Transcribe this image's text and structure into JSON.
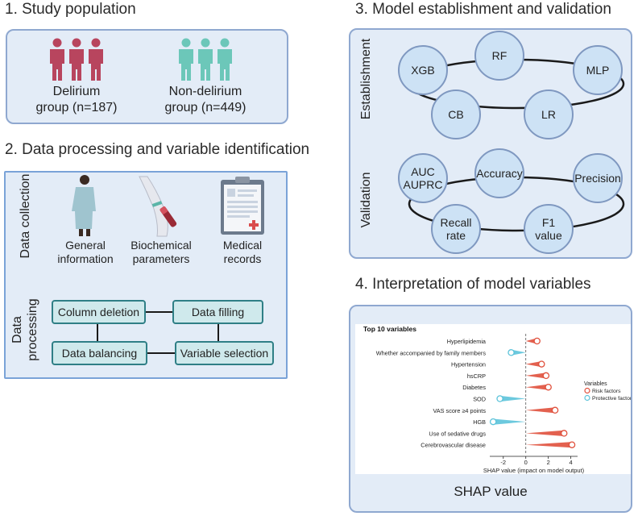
{
  "sec1": {
    "title": "1. Study population",
    "delirium": [
      "Delirium",
      "group (n=187)"
    ],
    "nondelirium": [
      "Non-delirium",
      "group (n=449)"
    ],
    "colors": {
      "delirium": "#b8455e",
      "nondelirium": "#6cc7b9"
    }
  },
  "sec2": {
    "title": "2. Data processing and variable identification",
    "collection_label": "Data collection",
    "processing_label": [
      "Data",
      "processing"
    ],
    "items": [
      {
        "label": [
          "General",
          "information"
        ],
        "icon": "patient-icon"
      },
      {
        "label": [
          "Biochemical",
          "parameters"
        ],
        "icon": "blood-draw-icon"
      },
      {
        "label": [
          "Medical",
          "records"
        ],
        "icon": "clipboard-icon"
      }
    ],
    "steps": {
      "column_deletion": "Column deletion",
      "data_filling": "Data filling",
      "data_balancing": "Data balancing",
      "variable_selection": "Variable selection"
    }
  },
  "sec3": {
    "title": "3. Model establishment and validation",
    "establishment_label": "Establishment",
    "validation_label": "Validation",
    "models": {
      "xgb": "XGB",
      "rf": "RF",
      "mlp": "MLP",
      "cb": "CB",
      "lr": "LR"
    },
    "metrics": {
      "auc": [
        "AUC",
        "AUPRC"
      ],
      "accuracy": "Accuracy",
      "precision": "Precision",
      "recall": [
        "Recall",
        "rate"
      ],
      "f1": [
        "F1",
        "value"
      ]
    }
  },
  "sec4": {
    "title": "4. Interpretation of model variables",
    "caption": "SHAP value"
  },
  "chart_data": {
    "type": "scatter",
    "title": "Top 10 variables",
    "xlabel": "SHAP value (impact on model output)",
    "ylabel": "",
    "xlim": [
      -3.2,
      4.6
    ],
    "xticks": [
      -2,
      0,
      2,
      4
    ],
    "categories": [
      "Hyperlipidemia",
      "Whether accompanied by family members",
      "Hypertension",
      "hsCRP",
      "Diabetes",
      "SOD",
      "VAS score ≥4 points",
      "HGB",
      "Use of sedative drugs",
      "Cerebrovascular disease"
    ],
    "values": [
      1.0,
      -1.3,
      1.4,
      1.8,
      2.0,
      -2.3,
      2.6,
      -2.9,
      3.4,
      4.1
    ],
    "legend": {
      "title": "Variables",
      "entries": [
        "Risk factors",
        "Protective factors"
      ],
      "position": "right"
    },
    "colors": {
      "risk": "#e0503c",
      "protective": "#5cc3da"
    }
  }
}
